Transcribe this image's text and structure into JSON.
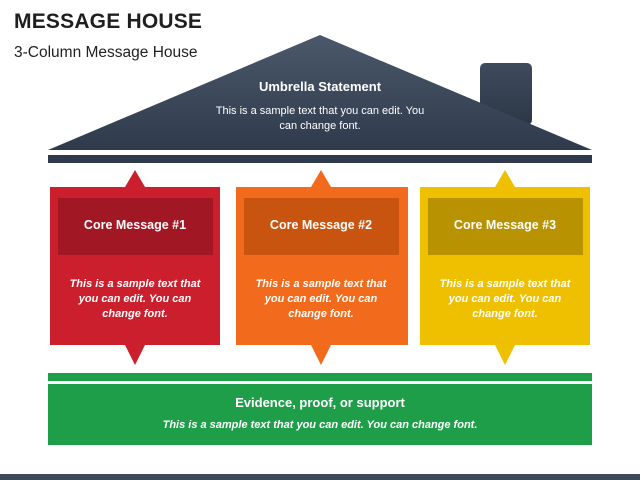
{
  "header": {
    "title": "MESSAGE HOUSE",
    "subtitle": "3-Column Message House"
  },
  "roof": {
    "heading": "Umbrella Statement",
    "body": "This is a sample text that you can edit. You can change font.",
    "color": "#3d4a5c"
  },
  "columns": [
    {
      "heading": "Core Message #1",
      "body": "This is a sample text that you can edit. You can change font.",
      "color": "#cc1f2d",
      "header_color": "#a11824"
    },
    {
      "heading": "Core Message #2",
      "body": "This is a sample text that you can edit. You can change font.",
      "color": "#f26a1b",
      "header_color": "#c9540f"
    },
    {
      "heading": "Core Message #3",
      "body": "This is a sample text that you can edit. You can change font.",
      "color": "#efc000",
      "header_color": "#b89200"
    }
  ],
  "foundation": {
    "heading": "Evidence, proof, or support",
    "body": "This is a sample text that you can edit. You can change font.",
    "color": "#1f9e4a"
  }
}
